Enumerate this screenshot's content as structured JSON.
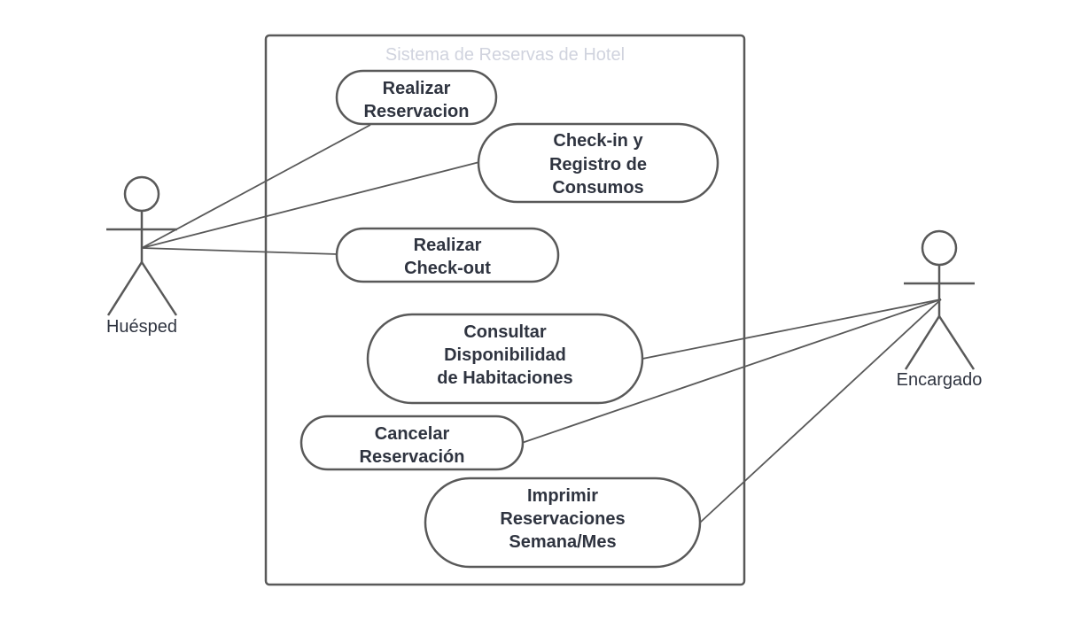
{
  "system": {
    "title": "Sistema de Reservas de Hotel"
  },
  "actors": {
    "guest": {
      "label": "Huésped"
    },
    "manager": {
      "label": "Encargado"
    }
  },
  "use_cases": [
    {
      "id": "realizar-reservacion",
      "lines": [
        "Realizar",
        "Reservacion"
      ]
    },
    {
      "id": "checkin-registro",
      "lines": [
        "Check-in y",
        "Registro de",
        "Consumos"
      ]
    },
    {
      "id": "realizar-checkout",
      "lines": [
        "Realizar",
        "Check-out"
      ]
    },
    {
      "id": "consultar-disponibilidad",
      "lines": [
        "Consultar",
        "Disponibilidad",
        "de Habitaciones"
      ]
    },
    {
      "id": "cancelar-reservacion",
      "lines": [
        "Cancelar",
        "Reservación"
      ]
    },
    {
      "id": "imprimir-reservaciones",
      "lines": [
        "Imprimir",
        "Reservaciones",
        "Semana/Mes"
      ]
    }
  ],
  "associations": [
    {
      "actor": "guest",
      "use_case": "realizar-reservacion"
    },
    {
      "actor": "guest",
      "use_case": "checkin-registro"
    },
    {
      "actor": "guest",
      "use_case": "realizar-checkout"
    },
    {
      "actor": "manager",
      "use_case": "consultar-disponibilidad"
    },
    {
      "actor": "manager",
      "use_case": "cancelar-reservacion"
    },
    {
      "actor": "manager",
      "use_case": "imprimir-reservaciones"
    }
  ]
}
